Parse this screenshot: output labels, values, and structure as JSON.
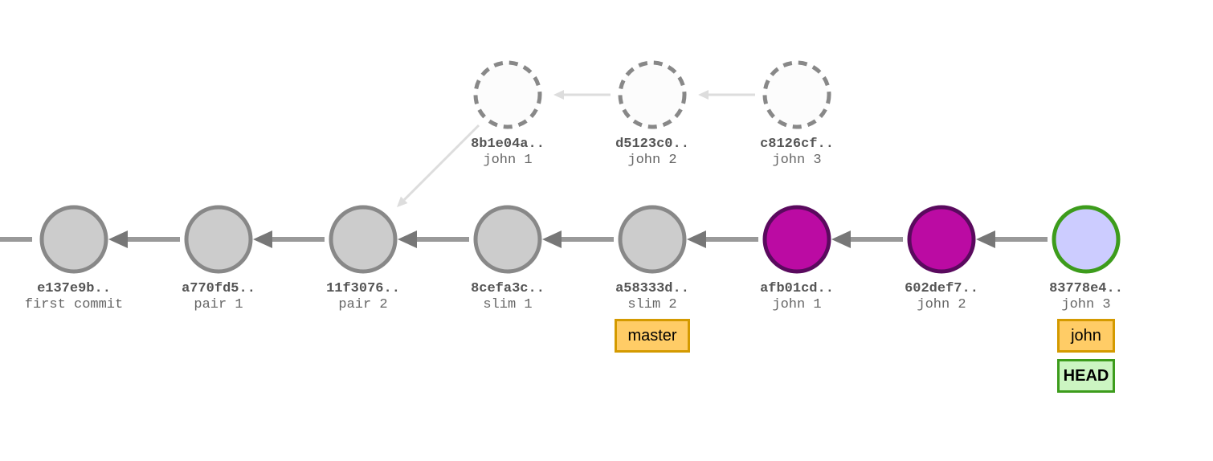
{
  "mainline": {
    "commits": [
      {
        "hash": "e137e9b..",
        "message": "first commit",
        "style": "gray"
      },
      {
        "hash": "a770fd5..",
        "message": "pair 1",
        "style": "gray"
      },
      {
        "hash": "11f3076..",
        "message": "pair 2",
        "style": "gray"
      },
      {
        "hash": "8cefa3c..",
        "message": "slim 1",
        "style": "gray"
      },
      {
        "hash": "a58333d..",
        "message": "slim 2",
        "style": "gray"
      },
      {
        "hash": "afb01cd..",
        "message": "john 1",
        "style": "magenta"
      },
      {
        "hash": "602def7..",
        "message": "john 2",
        "style": "magenta"
      },
      {
        "hash": "83778e4..",
        "message": "john 3",
        "style": "head"
      }
    ]
  },
  "orphaned": {
    "parent_hash": "11f3076..",
    "commits": [
      {
        "hash": "8b1e04a..",
        "message": "john 1"
      },
      {
        "hash": "d5123c0..",
        "message": "john 2"
      },
      {
        "hash": "c8126cf..",
        "message": "john 3"
      }
    ]
  },
  "refs": {
    "master": {
      "label": "master",
      "target": "a58333d.."
    },
    "john": {
      "label": "john",
      "target": "83778e4.."
    },
    "head": {
      "label": "HEAD",
      "target": "83778e4.."
    }
  },
  "colors": {
    "background": "#ffffff",
    "gray_fill": "#cccccc",
    "gray_stroke": "#888888",
    "magenta_fill": "#bb0ba3",
    "magenta_stroke": "#5a0a5e",
    "head_fill": "#ccccff",
    "head_stroke": "#3d9c1c",
    "orphan_stroke": "#888888",
    "orphan_fill": "#fcfcfc",
    "main_edge": "#999999",
    "main_arrow": "#777777",
    "orphan_edge": "#dddddd",
    "branch_badge_fill": "#ffcc66",
    "branch_badge_stroke": "#d49a00",
    "head_badge_fill": "#ccf5c2",
    "head_badge_stroke": "#3d9c1c"
  }
}
